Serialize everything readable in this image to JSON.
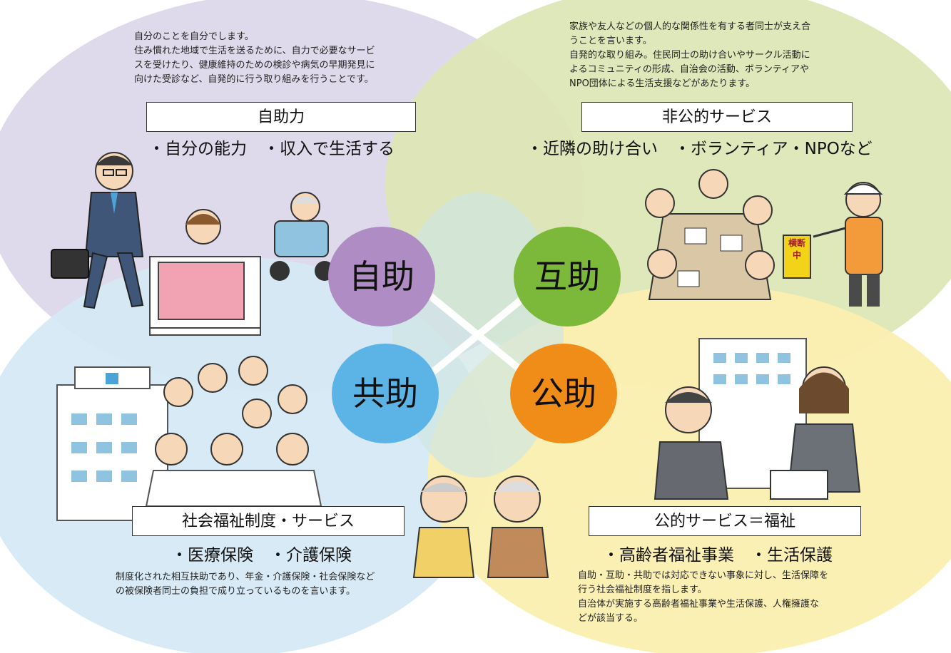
{
  "colors": {
    "jijo_bg": "#dcd8ea",
    "gojo_bg": "#dde7b6",
    "kyojo_bg": "#d6e9f5",
    "kojo_bg": "#fbefb0",
    "center_overlap": "#cfe6e2",
    "jijo_circle": "#b08cc4",
    "gojo_circle": "#7cb83a",
    "kyojo_circle": "#5bb4e5",
    "kojo_circle": "#ef8d18"
  },
  "jijo": {
    "circle_label": "自助",
    "description": [
      "自分のことを自分でします。",
      "住み慣れた地域で生活を送るために、自力で必要なサービ",
      "スを受けたり、健康維持のための検診や病気の早期発見に",
      "向けた受診など、自発的に行う取り組みを行うことです。"
    ],
    "title": "自助力",
    "items": "・自分の能力　・収入で生活する"
  },
  "gojo": {
    "circle_label": "互助",
    "description": [
      "家族や友人などの個人的な関係性を有する者同士が支え合",
      "うことを言います。",
      "自発的な取り組み。住民同士の助け合いやサークル活動に",
      "よるコミュニティの形成、自治会の活動、ボランティアや",
      "NPO団体による生活支援などがあたります。"
    ],
    "title": "非公的サービス",
    "items": "・近隣の助け合い　・ボランティア・NPOなど",
    "sign_text": "横断中"
  },
  "kyojo": {
    "circle_label": "共助",
    "title": "社会福祉制度・サービス",
    "items": "・医療保険　・介護保険",
    "description": [
      "制度化された相互扶助であり、年金・介護保険・社会保険など",
      "の被保険者同士の負担で成り立っているものを言います。"
    ]
  },
  "kojo": {
    "circle_label": "公助",
    "title": "公的サービス＝福祉",
    "items": "・高齢者福祉事業　・生活保護",
    "description": [
      "自助・互助・共助では対応できない事象に対し、生活保障を",
      "行う社会福祉制度を指します。",
      "自治体が実施する高齢者福祉事業や生活保護、人権擁護な",
      "どが該当する。"
    ]
  }
}
